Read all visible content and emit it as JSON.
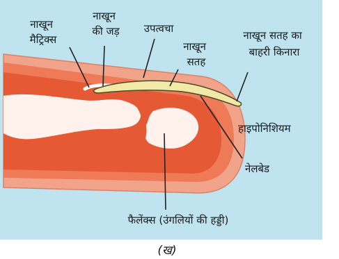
{
  "labels": {
    "nail_matrix": [
      "नाखून",
      "मैट्रिक्स"
    ],
    "nail_root": [
      "नाखून",
      "की जड़"
    ],
    "cuticle": "उपत्वचा",
    "nail_surface": [
      "नाखून",
      "सतह"
    ],
    "free_edge": [
      "नाखून सतह का",
      "बाहरी किनारा"
    ],
    "hyponychium": "हाइपोनिशियम",
    "nail_bed": "नेलबेड",
    "phalanges": "फैलेंक्स (उंगलियों की हड्डी)"
  },
  "caption": "(ख)",
  "colors": {
    "panel_background": "#bfe3ef",
    "skin_outer": "#f2a48a",
    "skin_inner": "#ee7a57",
    "tissue": "#e55a34",
    "bone": "#fff2ec",
    "nail_plate": "#f3e9a6",
    "pointer": "#222222"
  }
}
